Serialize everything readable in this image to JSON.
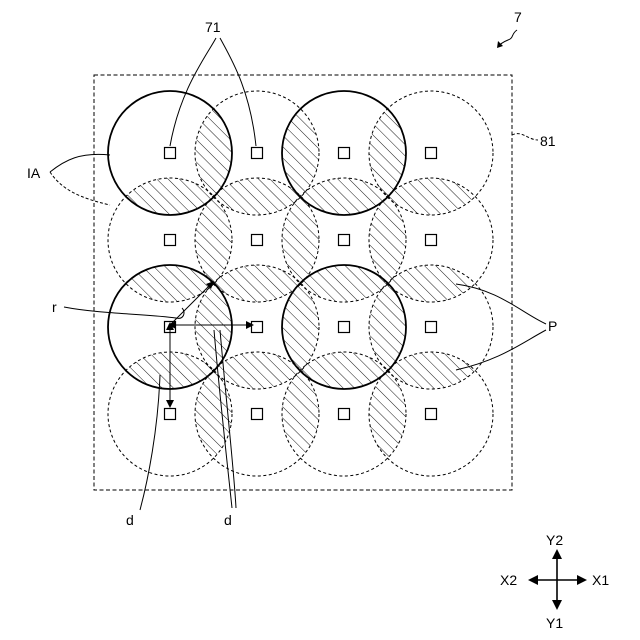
{
  "figure_number": "7",
  "labels": {
    "pixels": "71",
    "region": "81",
    "irradiation_area": "IA",
    "overlap": "P",
    "radius": "r",
    "pitch_vertical": "d",
    "pitch_horizontal": "d"
  },
  "direction": {
    "up": "Y2",
    "down": "Y1",
    "left": "X2",
    "right": "X1"
  },
  "grid": {
    "rows": 4,
    "cols": 4
  },
  "solid_circles": [
    [
      0,
      0
    ],
    [
      0,
      2
    ],
    [
      2,
      0
    ],
    [
      2,
      2
    ]
  ]
}
